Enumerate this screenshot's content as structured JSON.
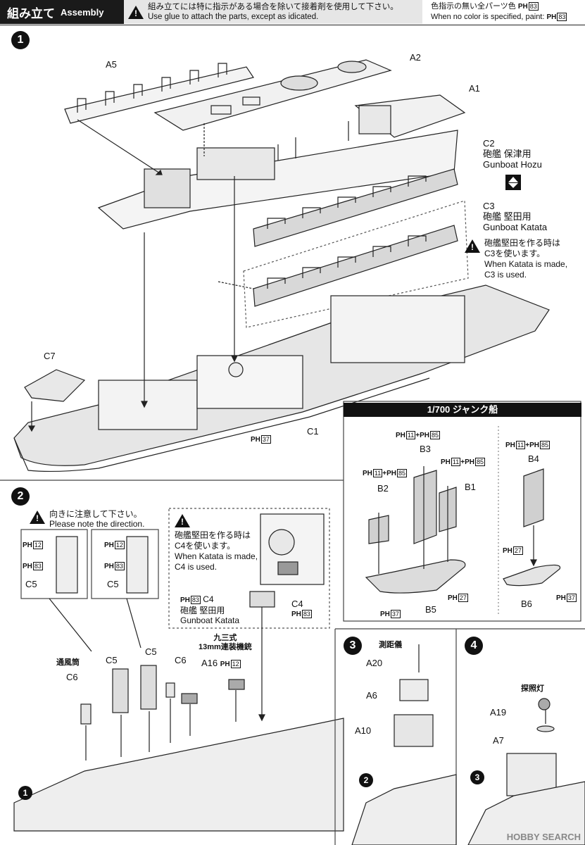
{
  "header": {
    "title_jp": "組み立て",
    "title_en": "Assembly",
    "glue_jp": "組み立てには特に指示がある場合を除いて接着剤を使用して下さい。",
    "glue_en": "Use glue to attach the parts, except as idicated.",
    "color_jp": "色指示の無い全パーツ色",
    "color_en": "When no color is specified, paint:",
    "ph": "PH",
    "ph_num": "83"
  },
  "step1": {
    "num": "1",
    "parts": {
      "A5": "A5",
      "A2": "A2",
      "A1": "A1",
      "C2": "C2",
      "C3": "C3",
      "C7": "C7",
      "C1": "C1"
    },
    "c2_jp": "砲艦 保津用",
    "c2_en": "Gunboat Hozu",
    "c3_jp": "砲艦 堅田用",
    "c3_en": "Gunboat Katata",
    "c3_note_jp1": "砲艦堅田を作る時は",
    "c3_note_jp2": "C3を使います。",
    "c3_note_en1": "When Katata is made,",
    "c3_note_en2": "C3 is used.",
    "c1_ph": "37"
  },
  "junk": {
    "title": "1/700 ジャンク船",
    "ph11": "11",
    "ph85": "85",
    "ph27": "27",
    "ph37": "37",
    "plus": "+",
    "parts": {
      "B3": "B3",
      "B2": "B2",
      "B1": "B1",
      "B5": "B5",
      "B4": "B4",
      "B6": "B6"
    }
  },
  "step2": {
    "num": "2",
    "direction_jp": "向きに注意して下さい。",
    "direction_en": "Please note the direction.",
    "ph12": "12",
    "ph83": "83",
    "c5": "C5",
    "c4_note_jp1": "砲艦堅田を作る時は",
    "c4_note_jp2": "C4を使います。",
    "c4_note_en1": "When Katata is made,",
    "c4_note_en2": "C4 is used.",
    "c4": "C4",
    "c4_jp": "砲艦 堅田用",
    "c4_en": "Gunboat Katata",
    "vent_jp": "通風筒",
    "c6": "C6",
    "mg_jp1": "九三式",
    "mg_jp2": "13mm連装機銃",
    "a16": "A16",
    "ref1": "1"
  },
  "step3": {
    "num": "3",
    "rangefinder_jp": "測距儀",
    "a20": "A20",
    "a6": "A6",
    "a10": "A10",
    "ref2": "2"
  },
  "step4": {
    "num": "4",
    "searchlight_jp": "探照灯",
    "a19": "A19",
    "a7": "A7",
    "ref3": "3"
  },
  "watermark": "HOBBY SEARCH"
}
